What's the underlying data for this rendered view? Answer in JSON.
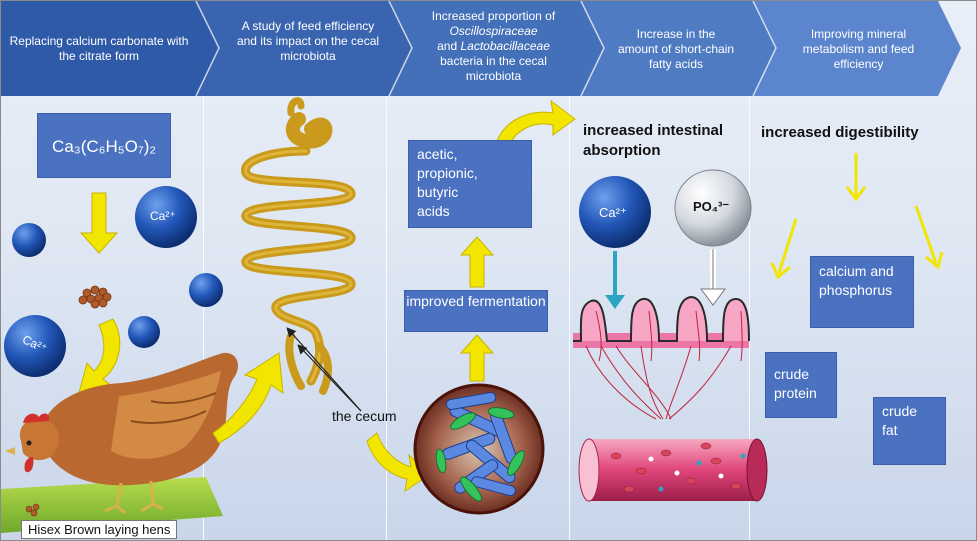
{
  "banner": {
    "steps": [
      {
        "text": "Replacing calcium carbonate with the citrate form"
      },
      {
        "text": "A study of feed efficiency and its impact on the cecal microbiota"
      },
      {
        "line1": "Increased proportion of",
        "italic1": "Oscillospiraceae",
        "mid": "and",
        "italic2": "Lactobacillaceae",
        "line3": "bacteria in the cecal microbiota"
      },
      {
        "text": "Increase in the amount of short-chain fatty acids"
      },
      {
        "text": "Improving mineral metabolism and feed efficiency"
      }
    ],
    "colors": {
      "dark": "#2f5aa8",
      "light": "#5b85cd"
    }
  },
  "formula": {
    "text": "Ca₃(C₆H₅O₇)₂"
  },
  "ions": {
    "ca_large": "Ca²⁺",
    "ca_small": "Ca²⁺",
    "po4": "PO₄³⁻"
  },
  "labels": {
    "cecum": "the cecum",
    "hens": "Hisex Brown laying hens",
    "improved_fermentation": "improved fermentation",
    "acids": [
      "acetic,",
      "propionic,",
      "butyric",
      "acids"
    ],
    "increased_absorption": [
      "increased intestinal",
      "absorption"
    ],
    "increased_digestibility": "increased digestibility",
    "calcium_phosphorus": [
      "calcium and",
      "phosphorus"
    ],
    "crude_protein": [
      "crude",
      "protein"
    ],
    "crude_fat": [
      "crude",
      "fat"
    ]
  },
  "colors": {
    "box_blue": "#4a72c0",
    "arrow_yellow": "#f2e600",
    "intestine_gold": "#c99a1c",
    "villi_pink": "#f06aa0"
  }
}
